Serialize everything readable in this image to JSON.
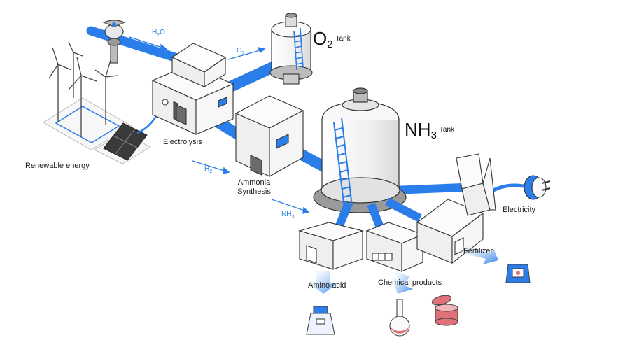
{
  "labels": {
    "renewable": "Renewable energy",
    "electrolysis": "Electrolysis",
    "ammonia_line1": "Ammonia",
    "ammonia_line2": "Synthesis",
    "electricity": "Electricity",
    "fertilizer": "Fertilizer",
    "amino": "Amino acid",
    "chemical": "Chemical products"
  },
  "flows": {
    "h2o": {
      "base": "H",
      "sub": "2",
      "rest": "O"
    },
    "o2": {
      "base": "O",
      "sub": "2"
    },
    "h2": {
      "base": "H",
      "sub": "2"
    },
    "nh3": {
      "base": "NH",
      "sub": "3"
    }
  },
  "tanks": {
    "o2": {
      "base": "O",
      "sub": "2",
      "suffix": "Tank"
    },
    "nh3": {
      "base": "NH",
      "sub": "3",
      "suffix": "Tank"
    }
  },
  "colors": {
    "pipe": "#2b7de9",
    "flow_text": "#2b7de9",
    "outline": "#333333",
    "building_fill": "#f4f4f4",
    "pink": "#e0707a"
  }
}
